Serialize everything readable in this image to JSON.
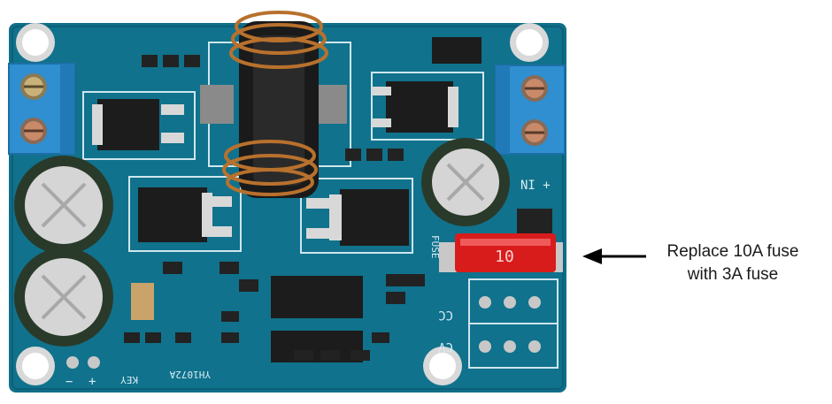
{
  "photo": {
    "board_colors": {
      "pcb": "#0f6e88",
      "pcb_dark": "#0b5a70",
      "terminal": "#2f8fd0",
      "copper": "#b8712d",
      "fuse": "#d81c1c"
    },
    "silkscreen": {
      "ni_plus": "NI +",
      "fuse": "FUSE",
      "cc": "CC",
      "cv": "CV",
      "key": "KEY",
      "model": "YH1072A",
      "minus": "−",
      "plus": "+",
      "fuse_value": "10"
    }
  },
  "annotation": {
    "line1": "Replace 10A fuse",
    "line2": "with 3A fuse",
    "arrow_color": "#000000"
  }
}
